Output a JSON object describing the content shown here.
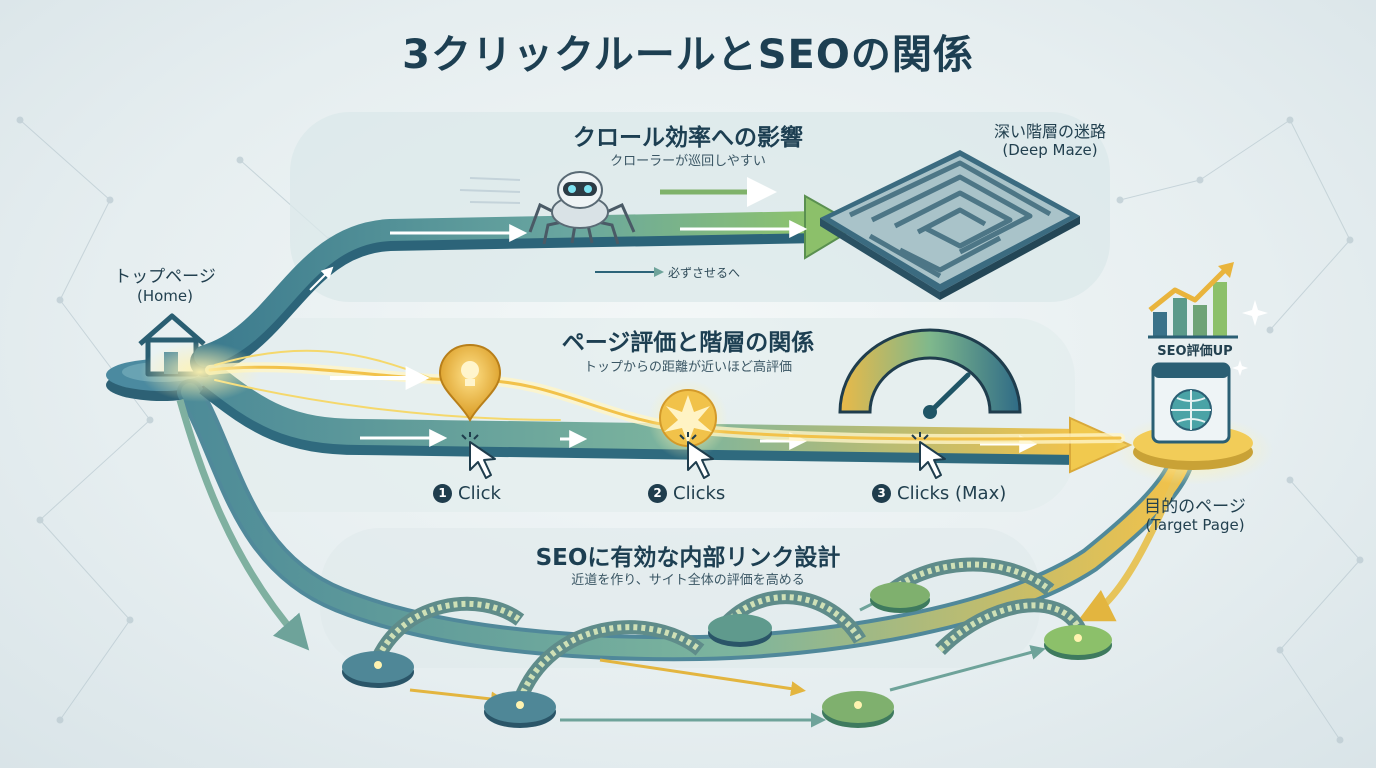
{
  "title": "3クリックルールとSEOの関係",
  "sections": {
    "crawl": {
      "heading": "クロール効率への影響",
      "sub": "クローラーが巡回しやすい",
      "note": "必ずさせるへ"
    },
    "evaluation": {
      "heading": "ページ評価と階層の関係",
      "sub": "トップからの距離が近いほど高評価"
    },
    "links": {
      "heading": "SEOに有効な内部リンク設計",
      "sub": "近道を作り、サイト全体の評価を高める"
    }
  },
  "nodes": {
    "home": {
      "label": "トップページ",
      "sub": "(Home)"
    },
    "maze": {
      "label": "深い階層の迷路",
      "sub": "(Deep Maze)"
    },
    "target": {
      "label": "目的のページ",
      "sub": "(Target Page)"
    },
    "seo_up": "SEO評価UP"
  },
  "clicks": [
    {
      "num": "1",
      "label": "Click"
    },
    {
      "num": "2",
      "label": "Clicks"
    },
    {
      "num": "3",
      "label": "Clicks (Max)"
    }
  ],
  "colors": {
    "teal": "#3f7f93",
    "green": "#8cc06a",
    "gold": "#f3c64a",
    "navy": "#1d3f52"
  },
  "icons": [
    "home-icon",
    "crawler-robot-icon",
    "maze-icon",
    "lightbulb-icon",
    "burst-icon",
    "cursor-icon",
    "gauge-icon",
    "growth-chart-icon",
    "globe-page-icon"
  ]
}
